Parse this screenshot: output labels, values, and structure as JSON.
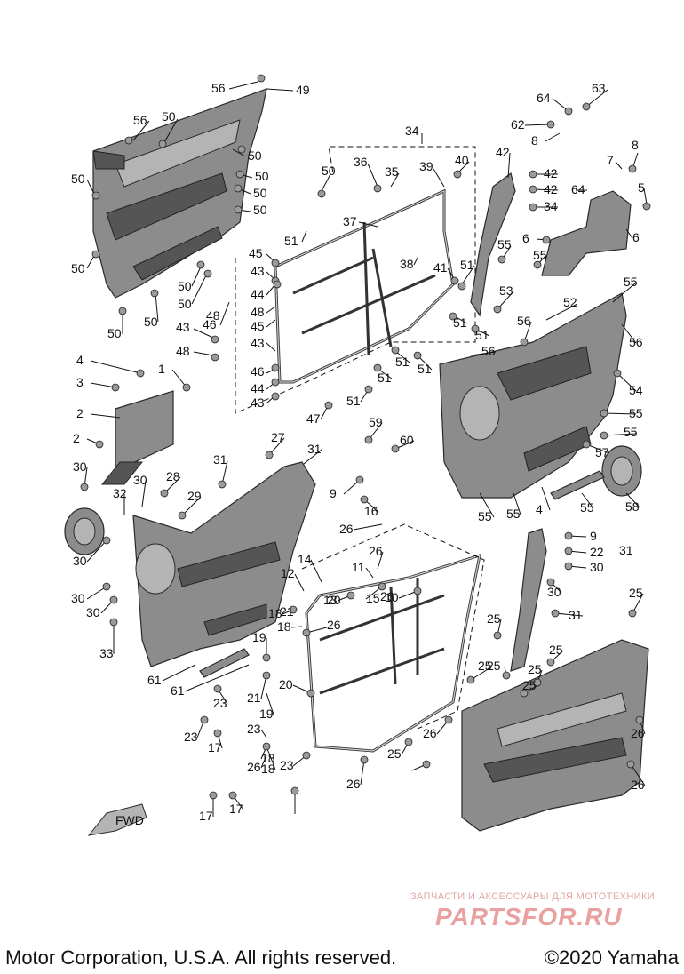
{
  "diagram": {
    "labels": [
      "56",
      "49",
      "56",
      "50",
      "50",
      "50",
      "50",
      "50",
      "50",
      "50",
      "50",
      "50",
      "50",
      "50",
      "50",
      "51",
      "45",
      "43",
      "44",
      "46",
      "48",
      "48",
      "45",
      "43",
      "43",
      "48",
      "46",
      "44",
      "43",
      "36",
      "35",
      "39",
      "40",
      "34",
      "37",
      "38",
      "41",
      "51",
      "51",
      "51",
      "51",
      "51",
      "51",
      "51",
      "47",
      "42",
      "42",
      "42",
      "34",
      "64",
      "64",
      "63",
      "62",
      "8",
      "8",
      "7",
      "5",
      "6",
      "6",
      "55",
      "55",
      "53",
      "52",
      "55",
      "56",
      "56",
      "54",
      "56",
      "55",
      "55",
      "57",
      "58",
      "55",
      "55",
      "55",
      "4",
      "4",
      "3",
      "1",
      "2",
      "2",
      "30",
      "27",
      "31",
      "31",
      "28",
      "29",
      "32",
      "30",
      "30",
      "30",
      "30",
      "33",
      "61",
      "61",
      "59",
      "60",
      "9",
      "16",
      "26",
      "26",
      "14",
      "12",
      "11",
      "10",
      "15",
      "13",
      "20",
      "26",
      "26",
      "18",
      "21",
      "19",
      "18",
      "20",
      "21",
      "19",
      "18",
      "18",
      "23",
      "23",
      "26",
      "23",
      "23",
      "17",
      "17",
      "17",
      "9",
      "22",
      "30",
      "31",
      "30",
      "31",
      "25",
      "25",
      "25",
      "25",
      "25",
      "25",
      "25",
      "26",
      "26",
      "26",
      "26",
      "25"
    ],
    "fwd_label": "FWD"
  },
  "watermark": {
    "tagline": "ЗАПЧАСТИ И АКСЕССУАРЫ ДЛЯ МОТОТЕХНИКИ",
    "logo": "PARTSFOR.RU"
  },
  "footer": {
    "left": "Motor Corporation, U.S.A. All rights reserved.",
    "right": "©2020 Yamaha"
  }
}
